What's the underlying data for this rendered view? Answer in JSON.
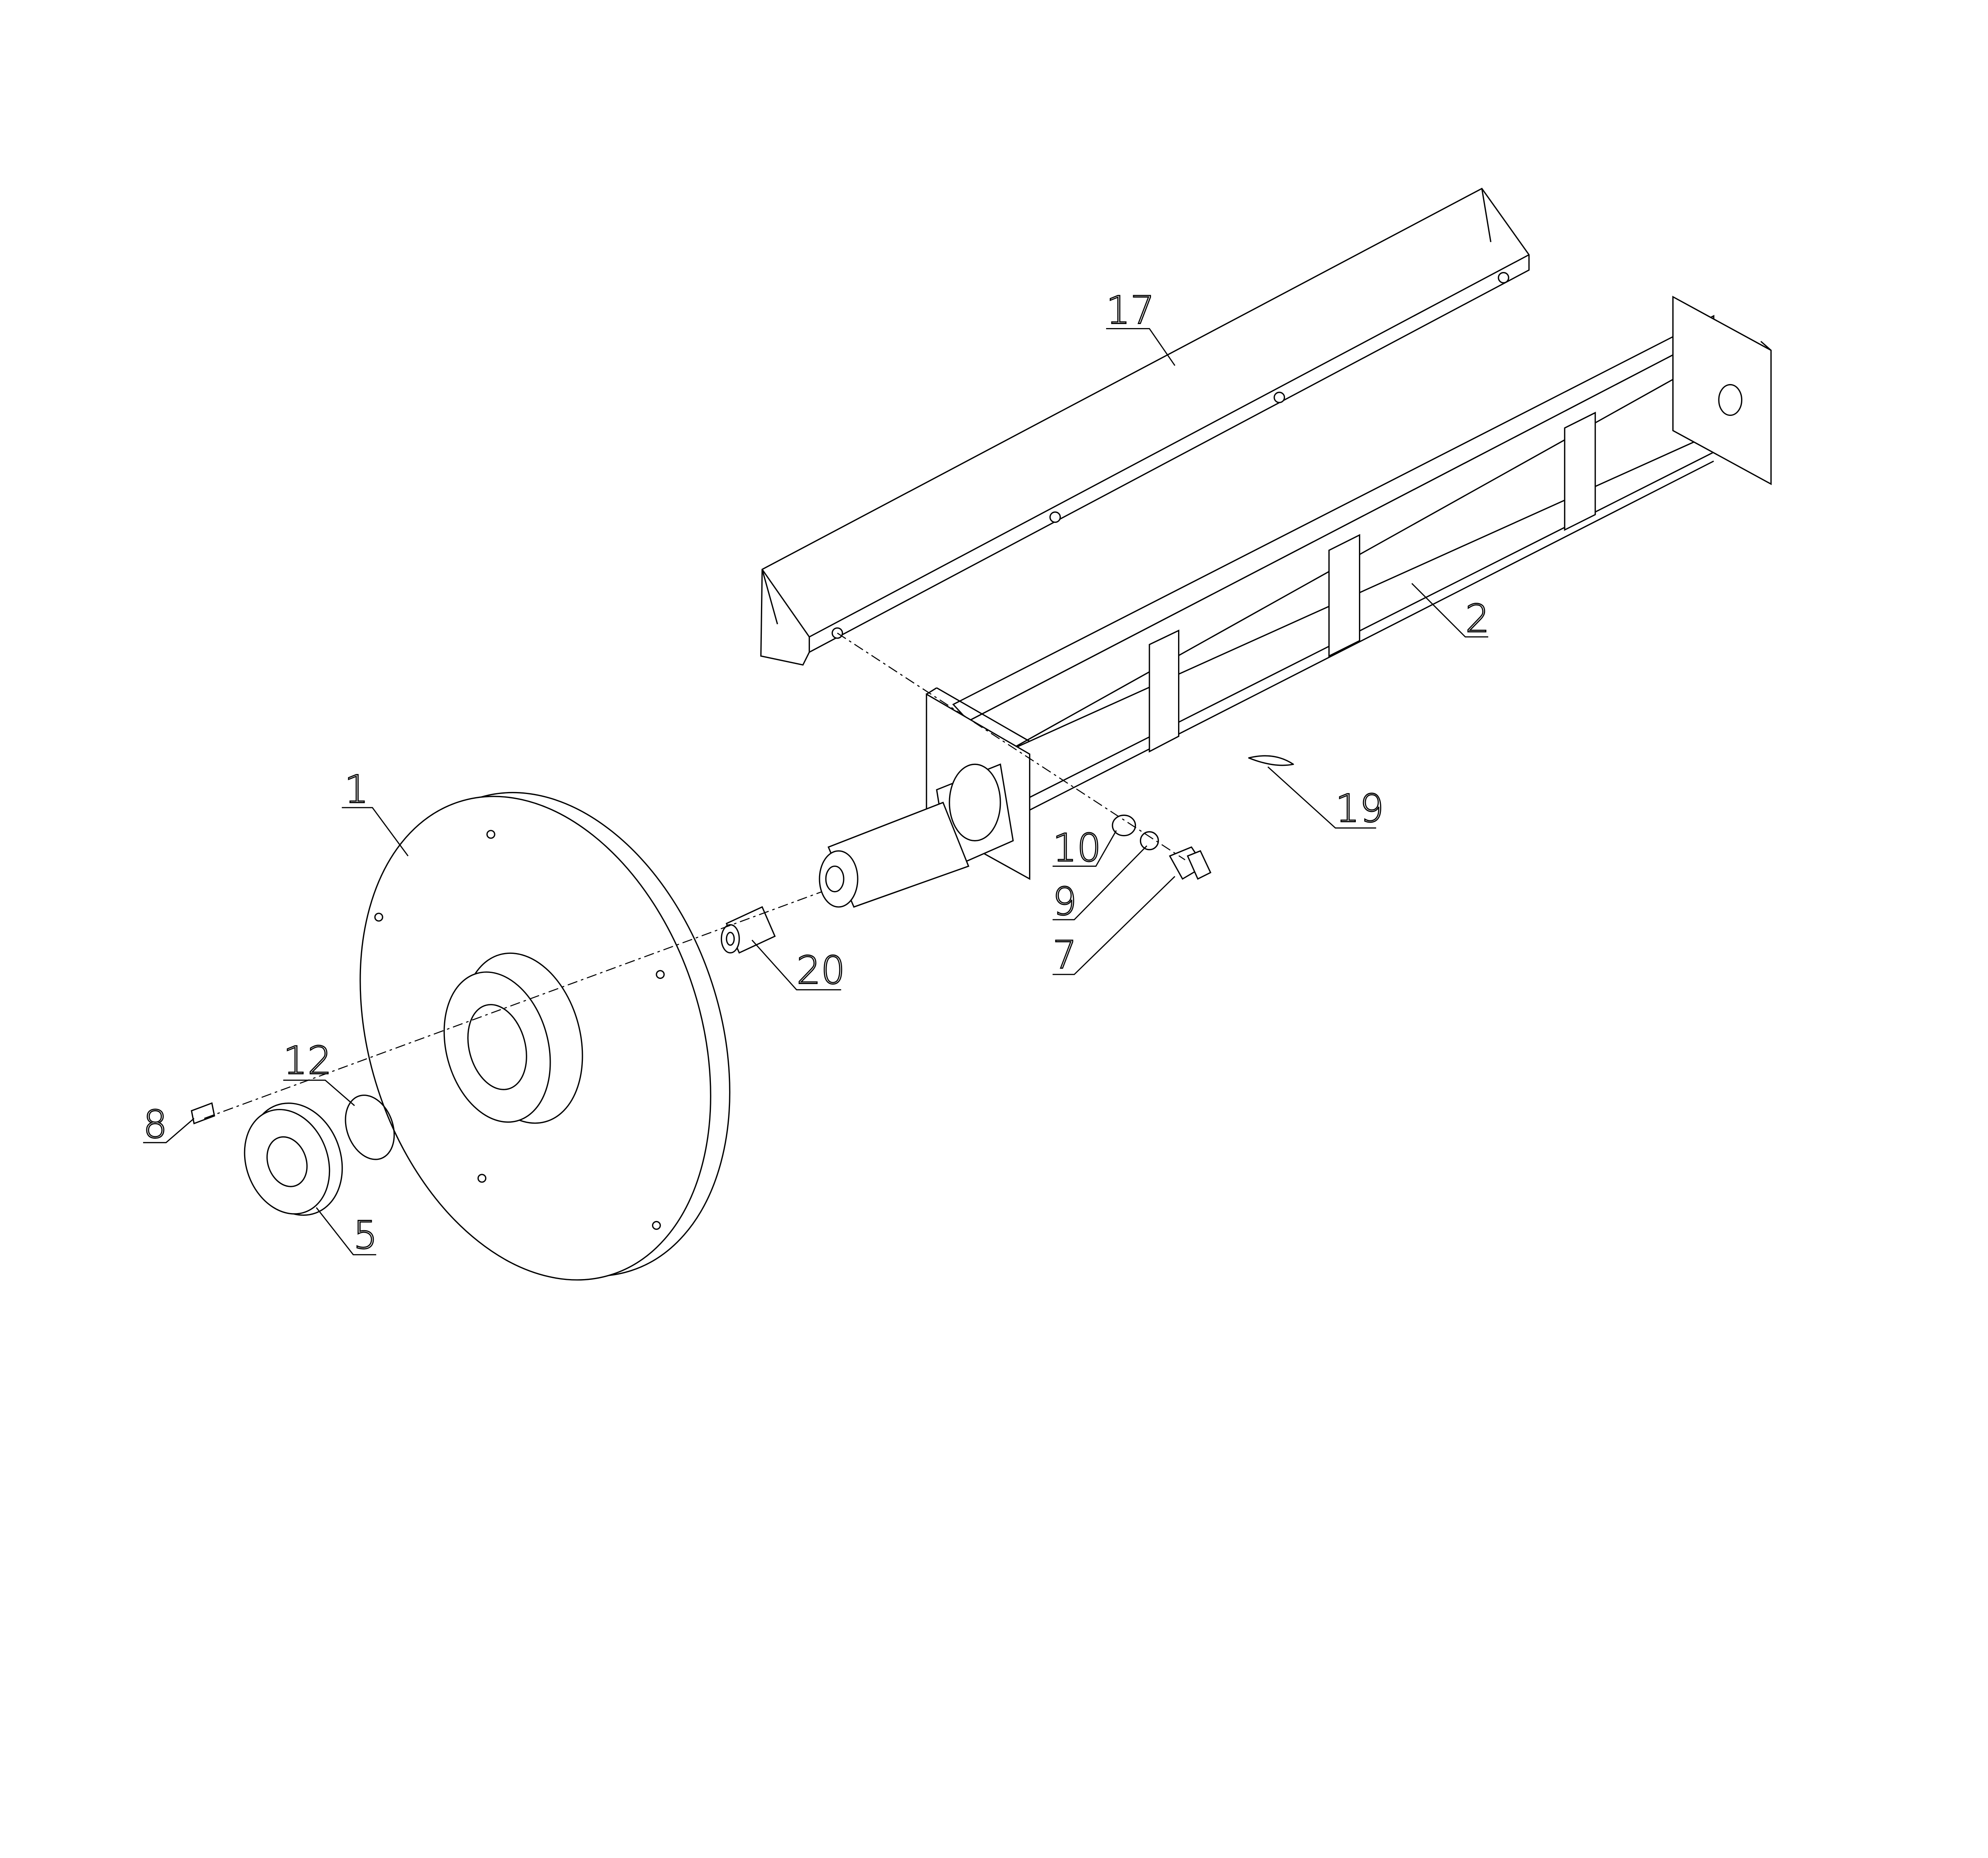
{
  "diagram": {
    "title": "Exploded view assembly",
    "callouts": {
      "c17": "17",
      "c2": "2",
      "c1": "1",
      "c19": "19",
      "c10": "10",
      "c9": "9",
      "c7": "7",
      "c20": "20",
      "c12": "12",
      "c8": "8",
      "c5": "5"
    }
  }
}
